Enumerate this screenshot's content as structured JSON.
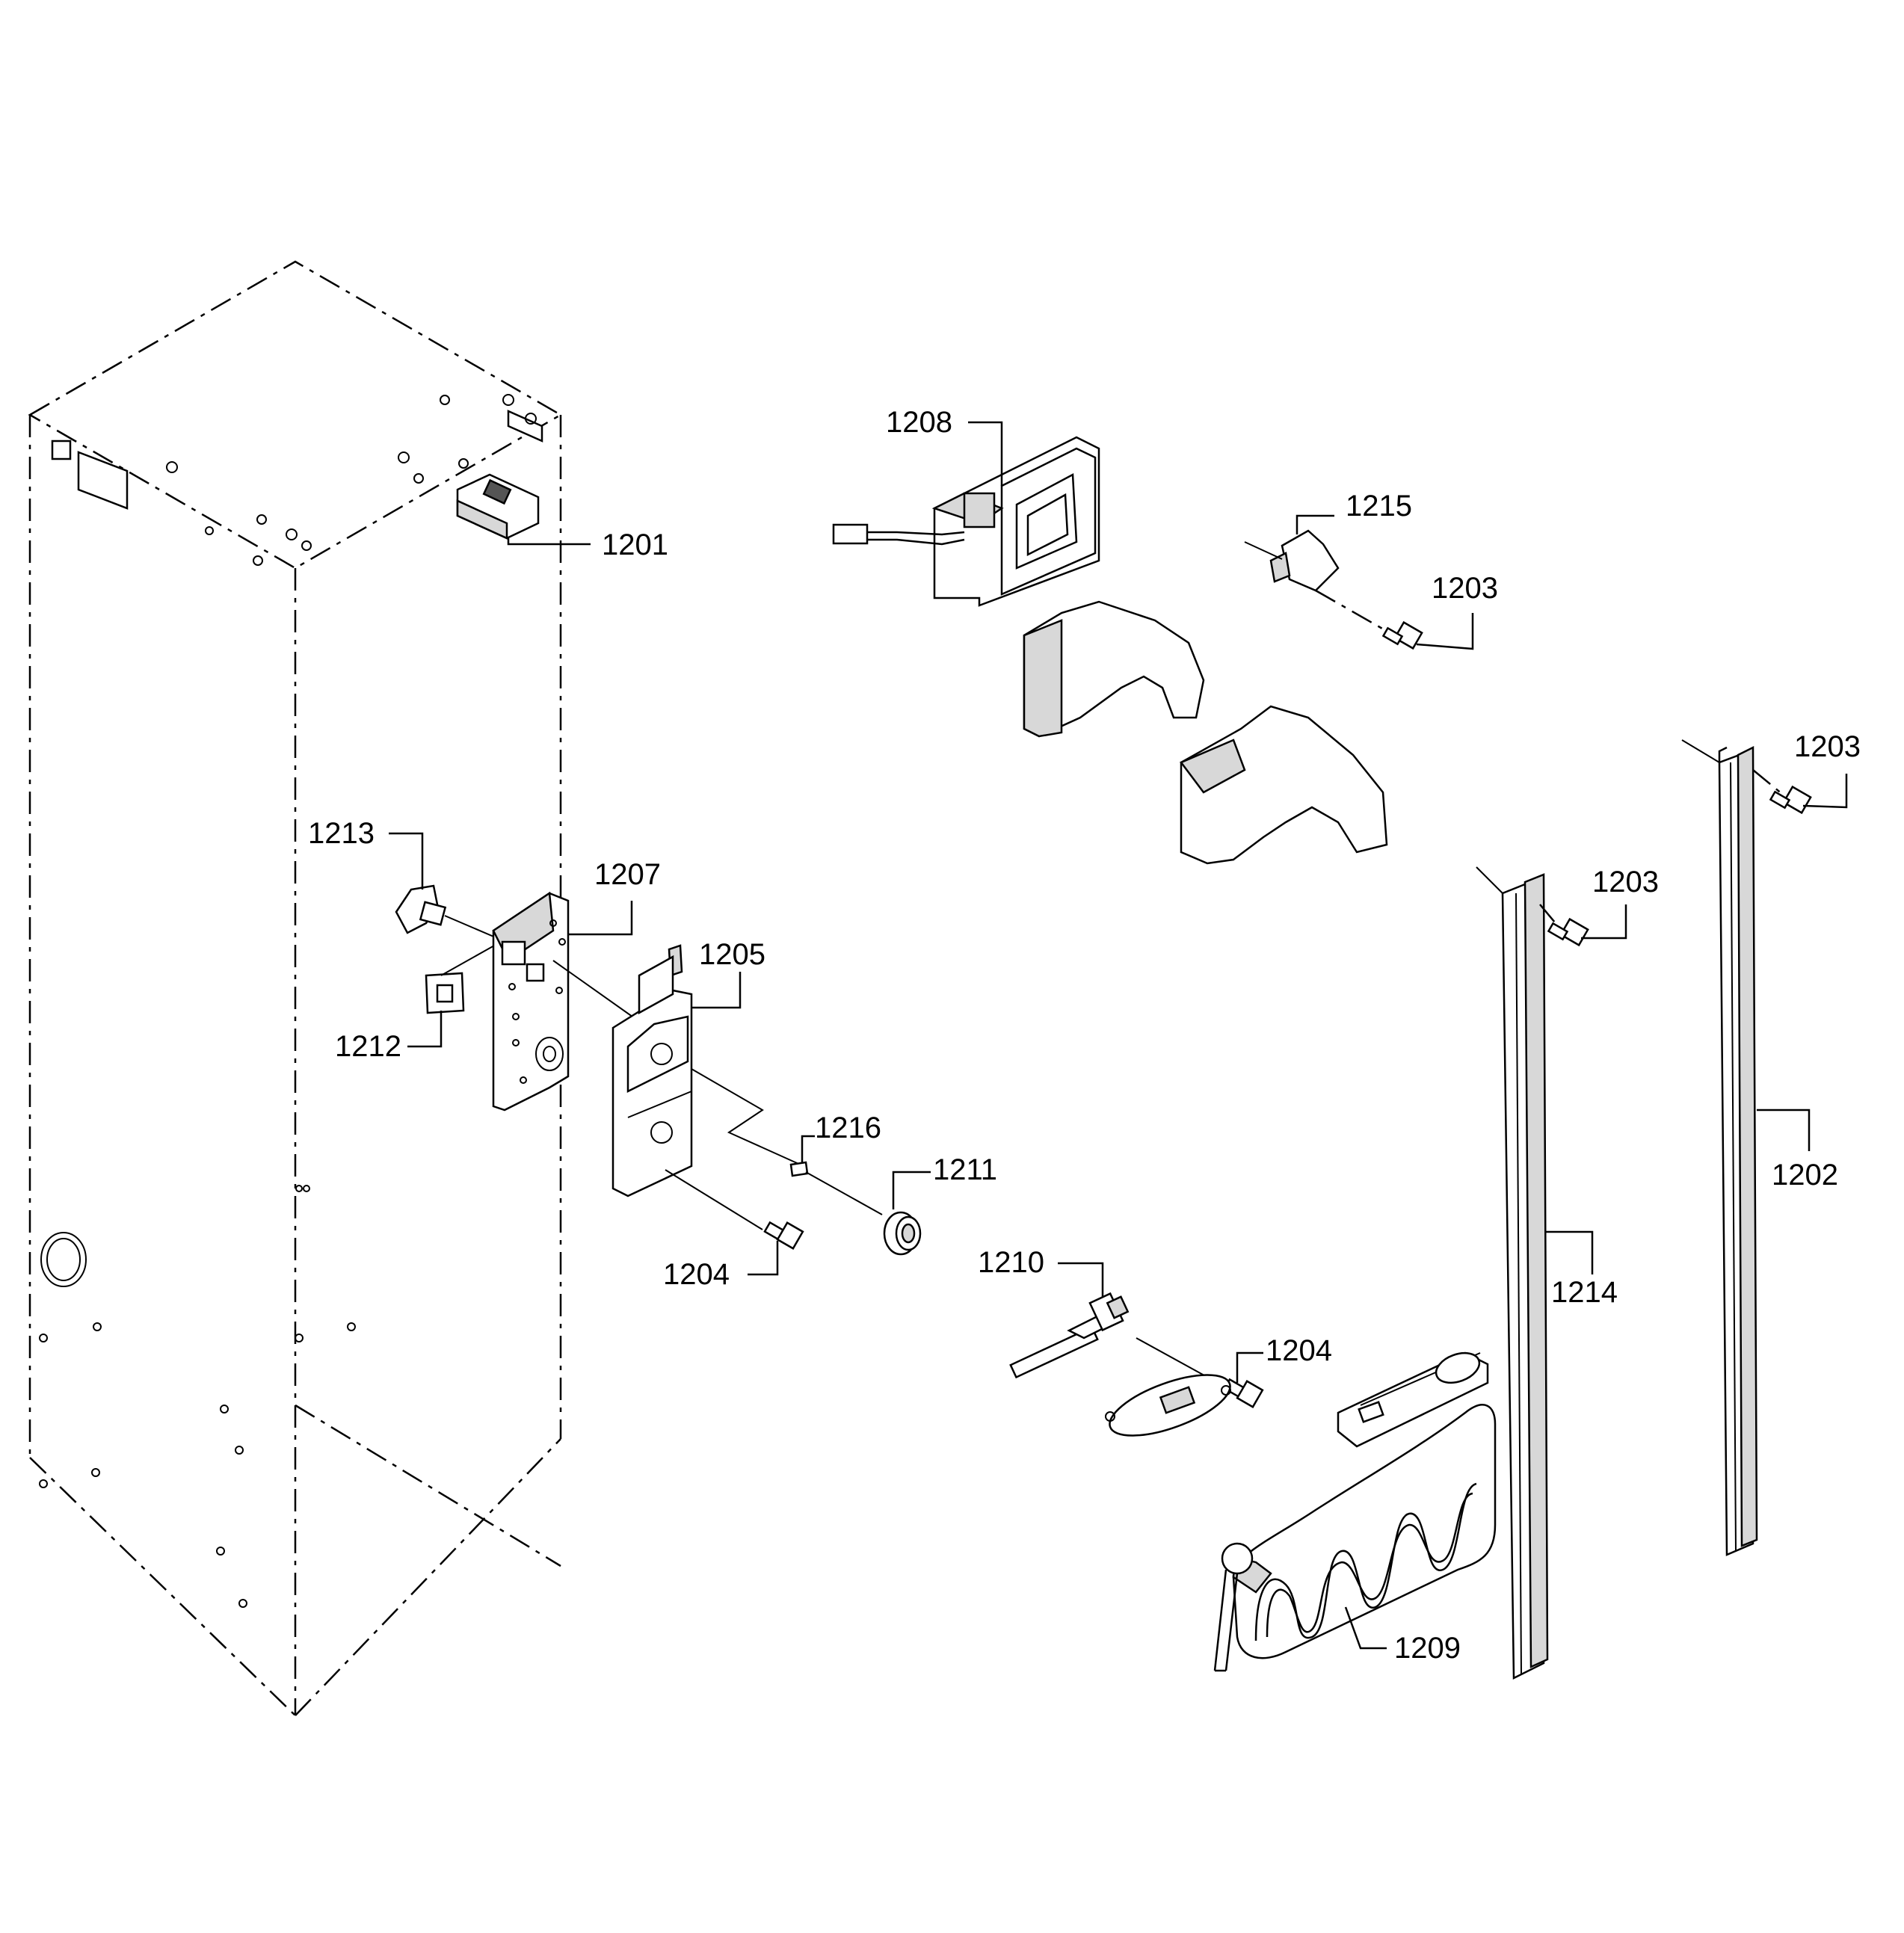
{
  "labels": {
    "l1201": "1201",
    "l1202": "1202",
    "l1203a": "1203",
    "l1203b": "1203",
    "l1203c": "1203",
    "l1204a": "1204",
    "l1204b": "1204",
    "l1205": "1205",
    "l1207": "1207",
    "l1208": "1208",
    "l1209": "1209",
    "l1210": "1210",
    "l1211": "1211",
    "l1212": "1212",
    "l1213": "1213",
    "l1214": "1214",
    "l1215": "1215",
    "l1216": "1216"
  },
  "colors": {
    "line": "#000000",
    "background": "#ffffff",
    "shading": "#d8d8d8"
  }
}
